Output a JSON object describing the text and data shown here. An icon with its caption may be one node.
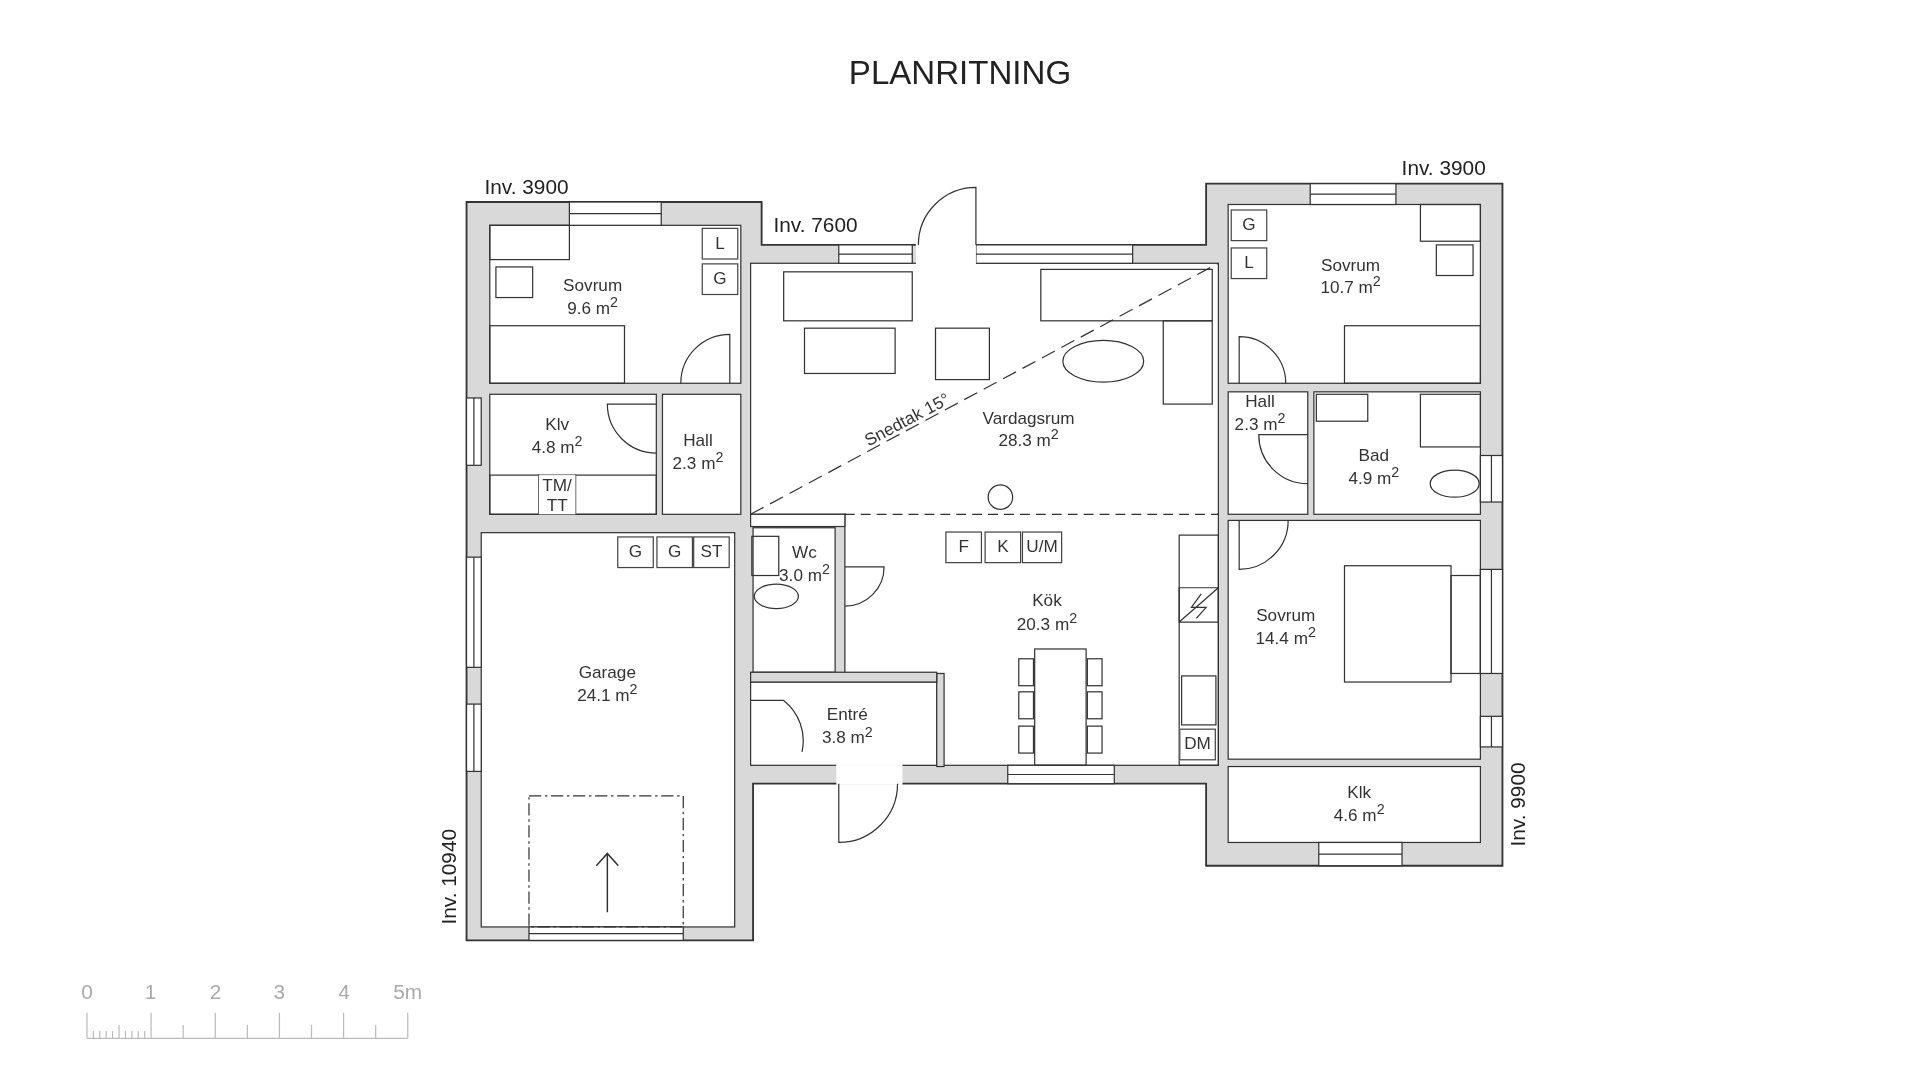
{
  "diagram": {
    "title": "PLANRITNING",
    "labels": [
      "Inv. 3900",
      "Inv. 3900",
      "Inv. 7600",
      "L",
      "G",
      "Sovrum",
      "9.6 m$^{2}$",
      "G",
      "Sovrum",
      "10.7 m$^{2}$",
      "L",
      "Klv",
      "4.8 m$^{2}$",
      "Hall",
      "2.3 m$^{2}$",
      "Snedtak 15°",
      "Vardagsrum",
      "28.3 m$^{2}$",
      "Hall",
      "2.3 m$^{2}$",
      "Bad",
      "4.9 m$^{2}$",
      "TM/ TT",
      "G",
      "G",
      "ST",
      "Wc",
      "3.0 m$^{2}$",
      "F",
      "K",
      "U/M",
      "Kök",
      "20.3 m$^{2}$",
      "Sovrum",
      "14.4 m$^{2}$",
      "Garage",
      "24.1 m$^{2}$",
      "Entré",
      "3.8 m$^{2}$",
      "DM",
      "Klk",
      "4.6 m$^{2}$",
      "Inv. 9900",
      "Inv. 10940",
      "0",
      "1",
      "2",
      "3",
      "4",
      "5m"
    ]
  }
}
